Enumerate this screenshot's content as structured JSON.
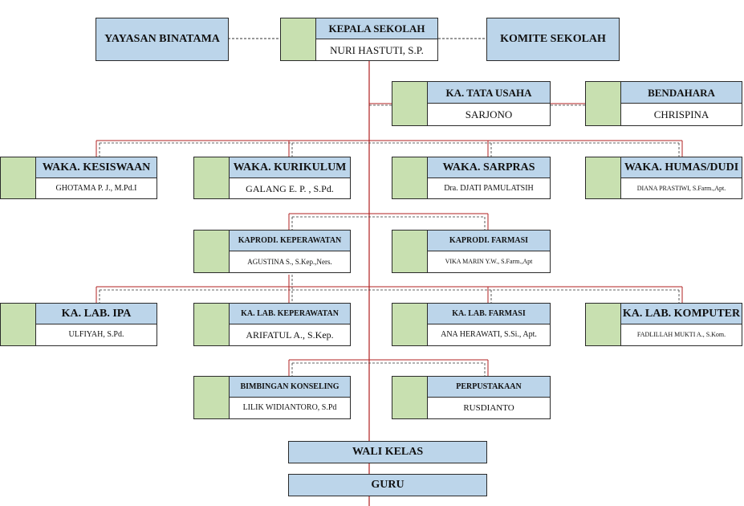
{
  "colors": {
    "title_fill": "#bcd5ea",
    "marker_fill": "#c8e0b0",
    "connector_red": "#b02020",
    "connector_black": "#333333"
  },
  "headmaster": {
    "title": "KEPALA SEKOLAH",
    "name": "NURI HASTUTI, S.P."
  },
  "foundation": {
    "title": "YAYASAN BINATAMA"
  },
  "committee": {
    "title": "KOMITE SEKOLAH"
  },
  "admin": {
    "title": "KA. TATA USAHA",
    "name": "SARJONO"
  },
  "treasurer": {
    "title": "BENDAHARA",
    "name": "CHRISPINA"
  },
  "waka_kesiswaan": {
    "title": "WAKA. KESISWAAN",
    "name": "GHOTAMA P. J., M.Pd.I"
  },
  "waka_kurikulum": {
    "title": "WAKA. KURIKULUM",
    "name": "GALANG E. P. , S.Pd."
  },
  "waka_sarpras": {
    "title": "WAKA. SARPRAS",
    "name": "Dra. DJATI PAMULATSIH"
  },
  "waka_humas": {
    "title": "WAKA. HUMAS/DUDI",
    "name": "DIANA PRASTIWI, S.Farm.,Apt."
  },
  "kaprodi_keperawatan": {
    "title": "KAPRODI. KEPERAWATAN",
    "name": "AGUSTINA S., S.Kep.,Ners."
  },
  "kaprodi_farmasi": {
    "title": "KAPRODI. FARMASI",
    "name": "VIKA MARIN Y.W., S.Farm.,Apt"
  },
  "lab_ipa": {
    "title": "KA. LAB. IPA",
    "name": "ULFIYAH, S.Pd."
  },
  "lab_keperawatan": {
    "title": "KA. LAB. KEPERAWATAN",
    "name": "ARIFATUL A., S.Kep."
  },
  "lab_farmasi": {
    "title": "KA. LAB. FARMASI",
    "name": "ANA HERAWATI, S.Si., Apt."
  },
  "lab_komputer": {
    "title": "KA. LAB. KOMPUTER",
    "name": "FADLILLAH MUKTI A., S.Kom."
  },
  "bk": {
    "title": "BIMBINGAN KONSELING",
    "name": "LILIK WIDIANTORO, S.Pd"
  },
  "library": {
    "title": "PERPUSTAKAAN",
    "name": "RUSDIANTO"
  },
  "homeroom": {
    "title": "WALI KELAS"
  },
  "teachers": {
    "title": "GURU"
  }
}
